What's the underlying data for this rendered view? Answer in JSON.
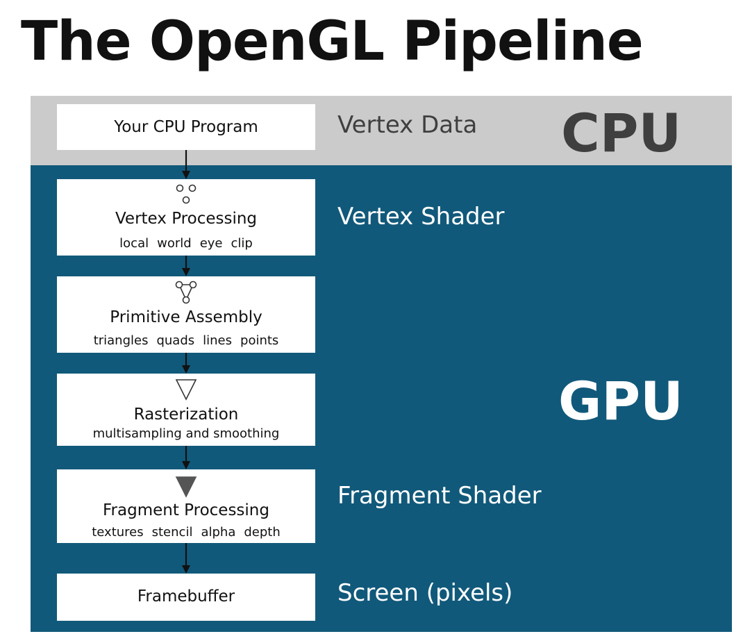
{
  "title": "The OpenGL Pipeline",
  "regions": {
    "cpu": "CPU",
    "gpu": "GPU"
  },
  "stages": [
    {
      "name": "Your CPU Program",
      "details": [],
      "side_label": "Vertex Data",
      "icon": "none"
    },
    {
      "name": "Vertex Processing",
      "details": [
        "local",
        "world",
        "eye",
        "clip"
      ],
      "side_label": "Vertex Shader",
      "icon": "vertex-points-icon"
    },
    {
      "name": "Primitive Assembly",
      "details": [
        "triangles",
        "quads",
        "lines",
        "points"
      ],
      "side_label": "",
      "icon": "triangle-graph-icon"
    },
    {
      "name": "Rasterization",
      "details": [
        "multisampling and smoothing"
      ],
      "side_label": "",
      "icon": "hollow-triangle-icon"
    },
    {
      "name": "Fragment Processing",
      "details": [
        "textures",
        "stencil",
        "alpha",
        "depth"
      ],
      "side_label": "Fragment Shader",
      "icon": "filled-triangle-icon"
    },
    {
      "name": "Framebuffer",
      "details": [],
      "side_label": "Screen (pixels)",
      "icon": "none"
    }
  ],
  "colors": {
    "cpu_band": "#cbcbcb",
    "gpu_band": "#11597a",
    "box": "#ffffff"
  }
}
